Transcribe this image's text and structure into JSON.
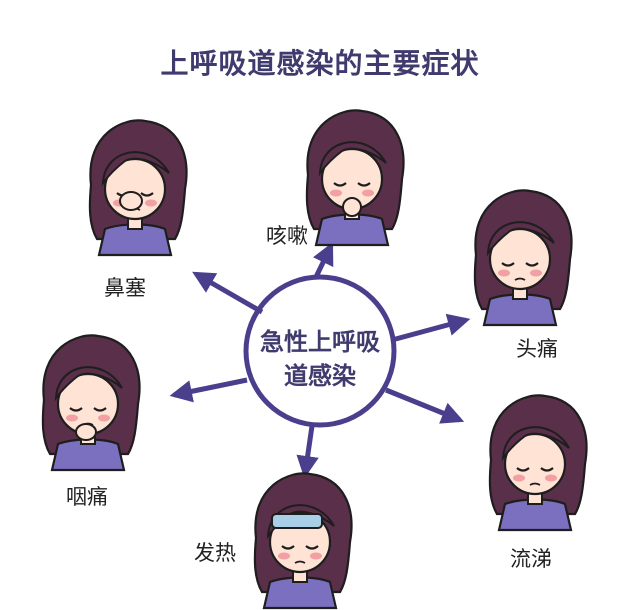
{
  "title": "上呼吸道感染的主要症状",
  "center": {
    "line1": "急性上呼吸",
    "line2": "道感染"
  },
  "symptoms": {
    "nasal": "鼻塞",
    "cough": "咳嗽",
    "headache": "头痛",
    "sore_throat": "咽痛",
    "fever": "发热",
    "runny_nose": "流涕"
  },
  "colors": {
    "accent": "#4a3f8c",
    "hair": "#5a2f4a",
    "skin": "#ffe3d4",
    "shirt": "#7b6fc0",
    "title": "#3f3b6e"
  }
}
